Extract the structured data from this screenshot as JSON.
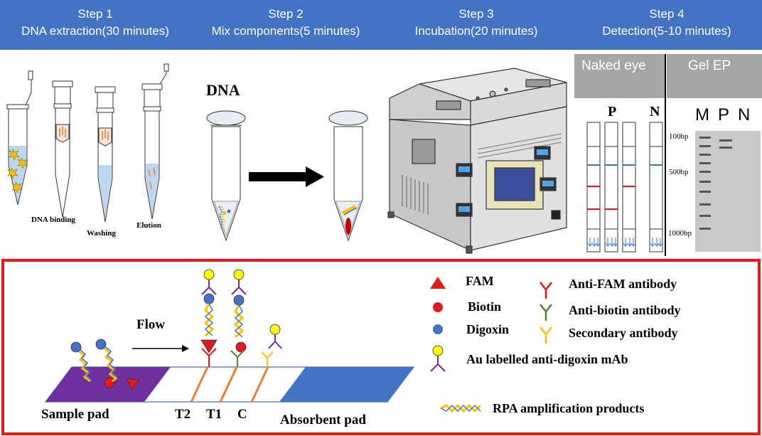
{
  "steps": [
    {
      "title": "Step 1",
      "subtitle": "DNA extraction(30 minutes)"
    },
    {
      "title": "Step 2",
      "subtitle": "Mix components(5 minutes)"
    },
    {
      "title": "Step 3",
      "subtitle": "Incubation(20 minutes)"
    },
    {
      "title": "Step 4",
      "subtitle": "Detection(5-10 minutes)"
    }
  ],
  "extraction_labels": {
    "binding": "DNA binding",
    "washing": "Washing",
    "elution": "Elution"
  },
  "mix_label": "DNA",
  "detection": {
    "naked_eye": "Naked eye",
    "gel_ep": "Gel EP",
    "strip_p": "P",
    "strip_n": "N",
    "gel_m": "M",
    "gel_p": "P",
    "gel_n": "N",
    "marker_100": "100bp",
    "marker_500": "500bp",
    "marker_1000": "1000bp"
  },
  "strip": {
    "flow": "Flow",
    "sample_pad": "Sample pad",
    "t2": "T2",
    "t1": "T1",
    "c": "C",
    "absorbent_pad": "Absorbent pad"
  },
  "legend": {
    "fam": "FAM",
    "biotin": "Biotin",
    "digoxin": "Digoxin",
    "anti_fam": "Anti-FAM antibody",
    "anti_biotin": "Anti-biotin antibody",
    "secondary": "Secondary antibody",
    "au": "Au labelled anti-digoxin mAb",
    "rpa": "RPA amplification products"
  },
  "colors": {
    "header": "#4472c4",
    "frame": "#e8171b",
    "sample_pad": "#7030a0",
    "absorbent_pad": "#4472c4",
    "line": "#ed7d31",
    "fam": "#e8171b",
    "digoxin": "#4472c4",
    "anti_biotin": "#548235",
    "secondary": "#ffc000",
    "gold": "#ffff00"
  }
}
